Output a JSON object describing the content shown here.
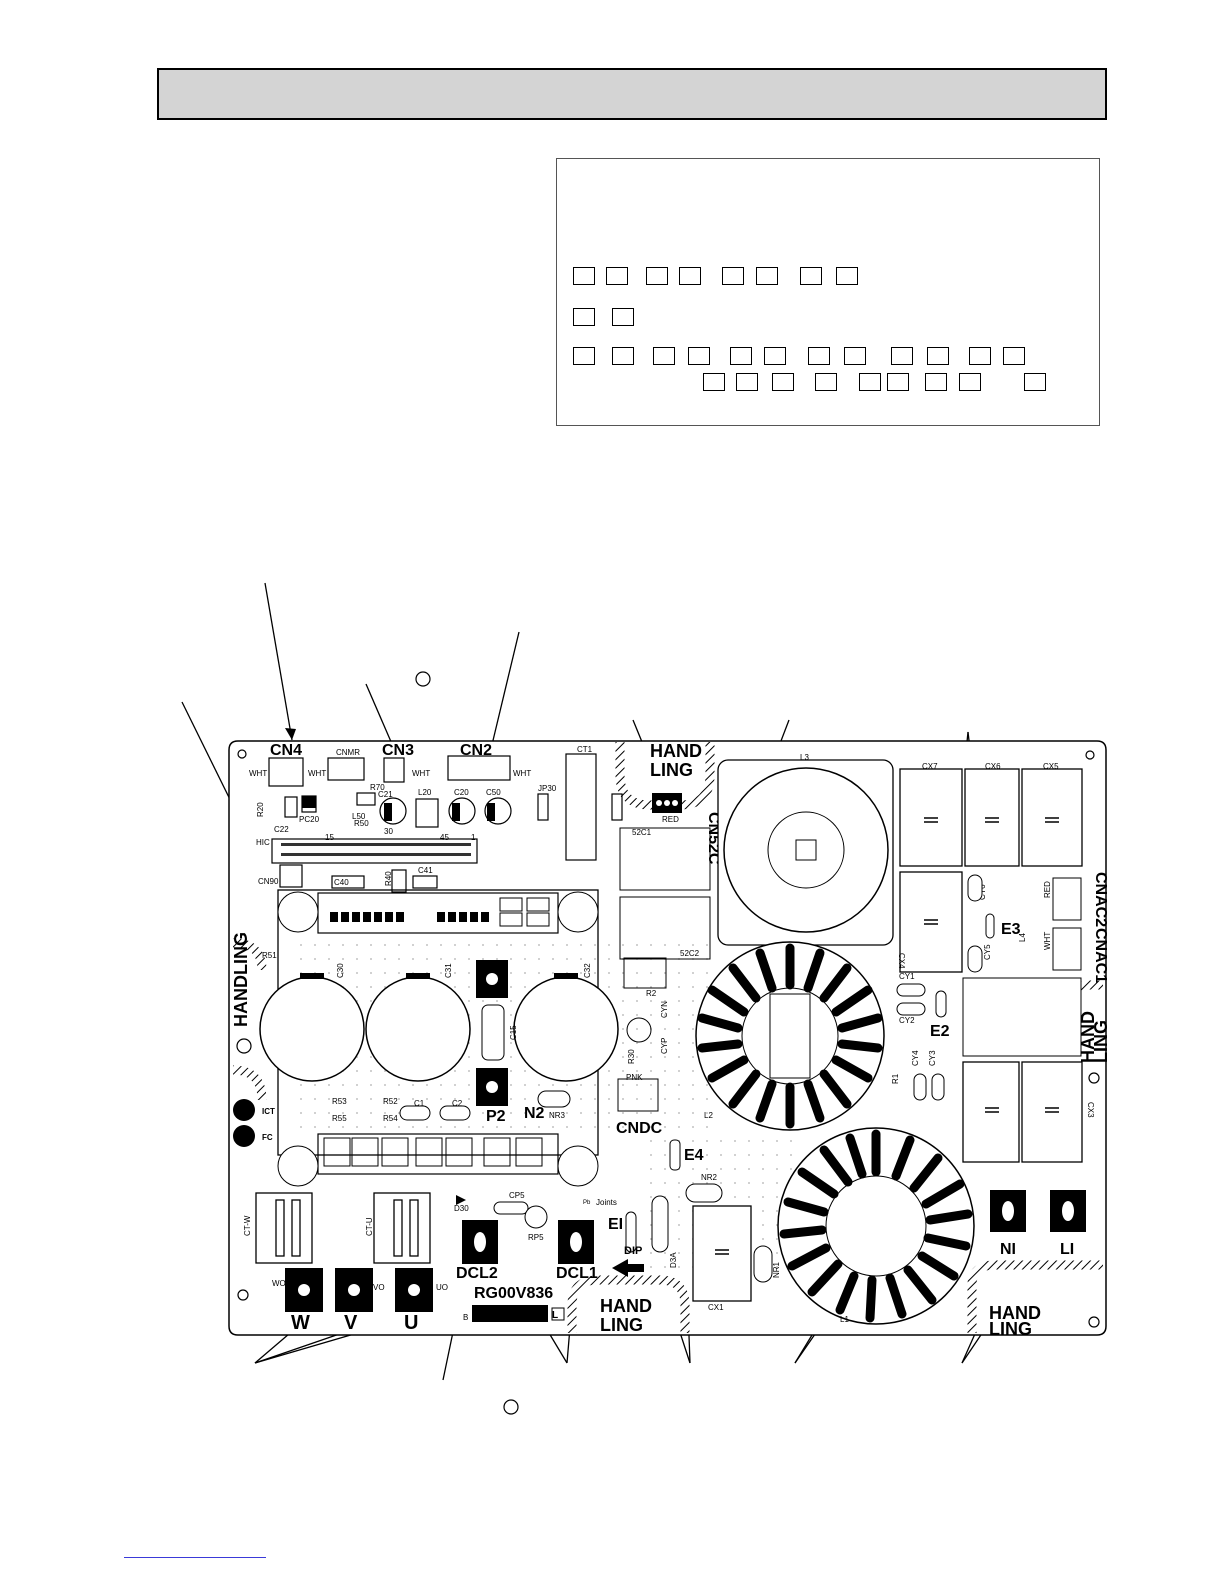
{
  "labels": {
    "cn4": "CN4",
    "cnmr": "CNMR",
    "cn3": "CN3",
    "cn2": "CN2",
    "ct1": "CT1",
    "wht": "WHT",
    "red": "RED",
    "pnk": "PNK",
    "r20": "R20",
    "c22": "C22",
    "pc20": "PC20",
    "r50": "R50",
    "l50": "L50",
    "r70": "R70",
    "c21": "C21",
    "l20": "L20",
    "c20": "C20",
    "c50": "C50",
    "jp30": "JP30",
    "hic": "HIC",
    "cn90": "CN90",
    "c40": "C40",
    "r40": "R40",
    "c41": "C41",
    "handling": "HANDLING",
    "hand": "HAND",
    "ling": "LING",
    "r51": "R51",
    "c30": "C30",
    "c31": "C31",
    "c32": "C32",
    "n2": "N2",
    "cn52c": "CN52C",
    "s52c1": "52C1",
    "s52c2": "52C2",
    "r2": "R2",
    "r30": "R30",
    "cyn": "CYN",
    "cyp": "CYP",
    "cndc": "CNDC",
    "l2": "L2",
    "l3": "L3",
    "cx7": "CX7",
    "cx6": "CX6",
    "cx5": "CX5",
    "cx4": "CX4",
    "cx3": "CX3",
    "cx1": "CX1",
    "cy6": "CY6",
    "cy5": "CY5",
    "cy1": "CY1",
    "cy2": "CY2",
    "cy3": "CY3",
    "cy4": "CY4",
    "e3": "E3",
    "e2": "E2",
    "e4": "E4",
    "ei": "EI",
    "cnac2": "CNAC2",
    "cnac1": "CNAC1",
    "l4": "L4",
    "r1": "R1",
    "l1": "L1",
    "ict": "ICT",
    "fc": "FC",
    "r53": "R53",
    "r52": "R52",
    "r55": "R55",
    "r54": "R54",
    "c1": "C1",
    "c2": "C2",
    "c15": "C15",
    "p2": "P2",
    "nr3": "NR3",
    "nr2": "NR2",
    "nr1": "NR1",
    "ctw": "CT-W",
    "ctu": "CT-U",
    "wo": "WO",
    "vo": "VO",
    "uo": "UO",
    "w": "W",
    "v": "V",
    "u": "U",
    "d30": "D30",
    "cp5": "CP5",
    "rp5": "RP5",
    "dcl2": "DCL2",
    "dcl1": "DCL1",
    "joints": "Joints",
    "pb": "Pb",
    "dip": "DIP",
    "d3a": "D3A",
    "ni": "NI",
    "li": "LI",
    "board_code": "RG00V836",
    "b": "B",
    "l_mark": "L",
    "n15": "15",
    "n30": "30",
    "n45": "45",
    "n1": "1"
  },
  "colors": {
    "header_fill": "#d4d4d4",
    "footer_rule": "#3a3ad8"
  }
}
